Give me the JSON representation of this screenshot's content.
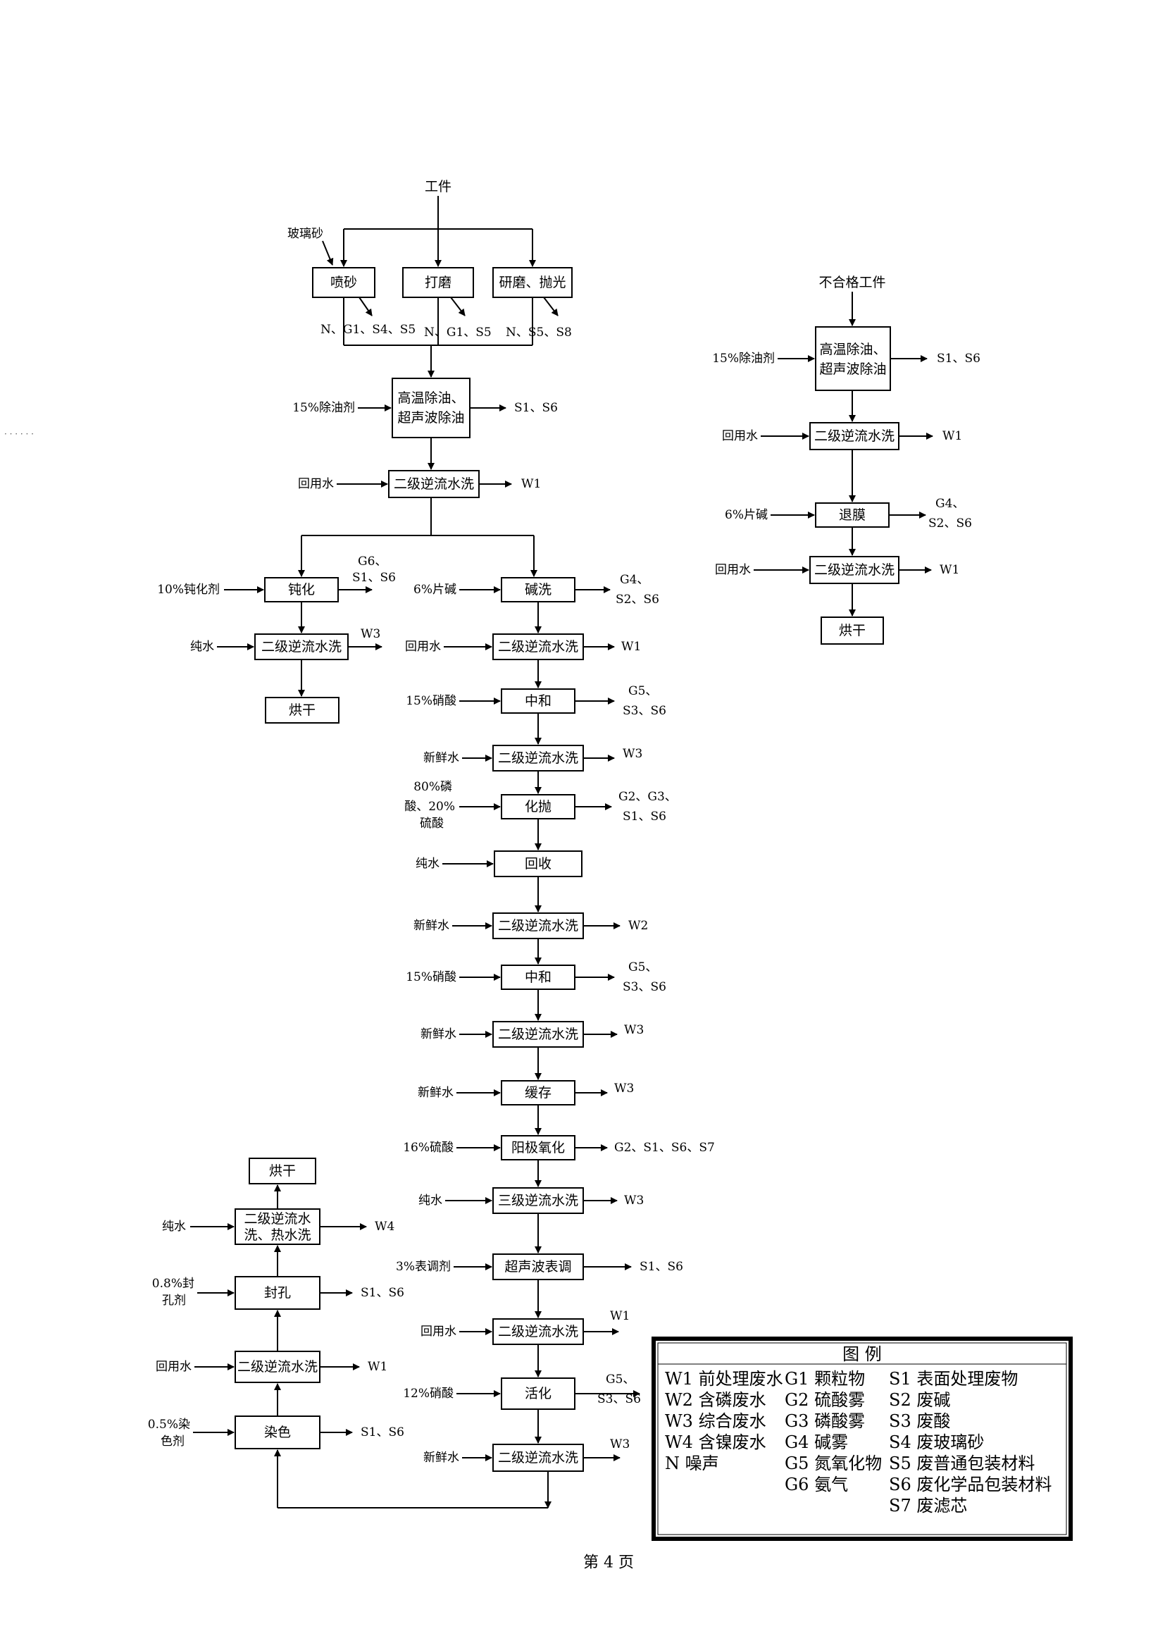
{
  "main_input": "工件",
  "glass_sand": "玻璃砂",
  "pre": {
    "sandblast": "喷砂",
    "sandblast_out": "N、G1、S4、S5",
    "grind": "打磨",
    "grind_out": "N、G1、S5",
    "polish": "研磨、抛光",
    "polish_out": "N、S5、S8",
    "degrease_in": "15%除油剂",
    "degrease_l1": "高温除油、",
    "degrease_l2": "超声波除油",
    "degrease_out": "S1、S6",
    "wash_in": "回用水",
    "wash": "二级逆流水洗",
    "wash_out": "W1"
  },
  "passivation": {
    "in": "10%钝化剂",
    "box": "钝化",
    "out1": "G6、",
    "out2": "S1、S6",
    "wash_in": "纯水",
    "wash": "二级逆流水洗",
    "wash_out": "W3",
    "dry": "烘干"
  },
  "main": {
    "alkali_in": "6%片碱",
    "alkali": "碱洗",
    "alkali_out1": "G4、",
    "alkali_out2": "S2、S6",
    "wash1_in": "回用水",
    "wash1": "二级逆流水洗",
    "wash1_out": "W1",
    "neut1_in": "15%硝酸",
    "neut1": "中和",
    "neut1_out1": "G5、",
    "neut1_out2": "S3、S6",
    "wash2_in": "新鲜水",
    "wash2": "二级逆流水洗",
    "wash2_out": "W3",
    "chem_in1": "80%磷",
    "chem_in2": "酸、20%",
    "chem_in3": "硫酸",
    "chem": "化抛",
    "chem_out1": "G2、G3、",
    "chem_out2": "S1、S6",
    "recover_in": "纯水",
    "recover": "回收",
    "wash3_in": "新鲜水",
    "wash3": "二级逆流水洗",
    "wash3_out": "W2",
    "neut2_in": "15%硝酸",
    "neut2": "中和",
    "neut2_out1": "G5、",
    "neut2_out2": "S3、S6",
    "wash4_in": "新鲜水",
    "wash4": "二级逆流水洗",
    "wash4_out": "W3",
    "buffer_in": "新鲜水",
    "buffer": "缓存",
    "buffer_out": "W3",
    "anodize_in": "16%硫酸",
    "anodize": "阳极氧化",
    "anodize_out": "G2、S1、S6、S7",
    "wash5_in": "纯水",
    "wash5": "三级逆流水洗",
    "wash5_out": "W3",
    "ultra_in": "3%表调剂",
    "ultra": "超声波表调",
    "ultra_out": "S1、S6",
    "wash6_in": "回用水",
    "wash6": "二级逆流水洗",
    "wash6_out": "W1",
    "activ_in": "12%硝酸",
    "activ": "活化",
    "activ_out1": "G5、",
    "activ_out2": "S3、S6",
    "wash7_in": "新鲜水",
    "wash7": "二级逆流水洗",
    "wash7_out": "W3"
  },
  "left_bottom": {
    "dye_in1": "0.5%染",
    "dye_in2": "色剂",
    "dye": "染色",
    "dye_out": "S1、S6",
    "wash_in": "回用水",
    "wash": "二级逆流水洗",
    "wash_out": "W1",
    "seal_in1": "0.8%封",
    "seal_in2": "孔剂",
    "seal": "封孔",
    "seal_out": "S1、S6",
    "hot_in": "纯水",
    "hot_l1": "二级逆流水",
    "hot_l2": "洗、热水洗",
    "hot_out": "W4",
    "dry": "烘干"
  },
  "reject": {
    "input": "不合格工件",
    "degrease_in": "15%除油剂",
    "degrease_l1": "高温除油、",
    "degrease_l2": "超声波除油",
    "degrease_out": "S1、S6",
    "wash1_in": "回用水",
    "wash1": "二级逆流水洗",
    "wash1_out": "W1",
    "strip_in": "6%片碱",
    "strip": "退膜",
    "strip_out1": "G4、",
    "strip_out2": "S2、S6",
    "wash2_in": "回用水",
    "wash2": "二级逆流水洗",
    "wash2_out": "W1",
    "dry": "烘干"
  },
  "legend": {
    "title": "图 例",
    "col1": [
      "W1 前处理废水",
      "W2 含磷废水",
      "W3 综合废水",
      "W4 含镍废水",
      "N 噪声"
    ],
    "col2": [
      "G1 颗粒物",
      "G2 硫酸雾",
      "G3 磷酸雾",
      "G4 碱雾",
      "G5 氮氧化物",
      "G6 氨气"
    ],
    "col3": [
      "S1 表面处理废物",
      "S2 废碱",
      "S3 废酸",
      "S4 废玻璃砂",
      "S5 废普通包装材料",
      "S6 废化学品包装材料",
      "S7 废滤芯"
    ]
  },
  "page_number": "第 4 页"
}
